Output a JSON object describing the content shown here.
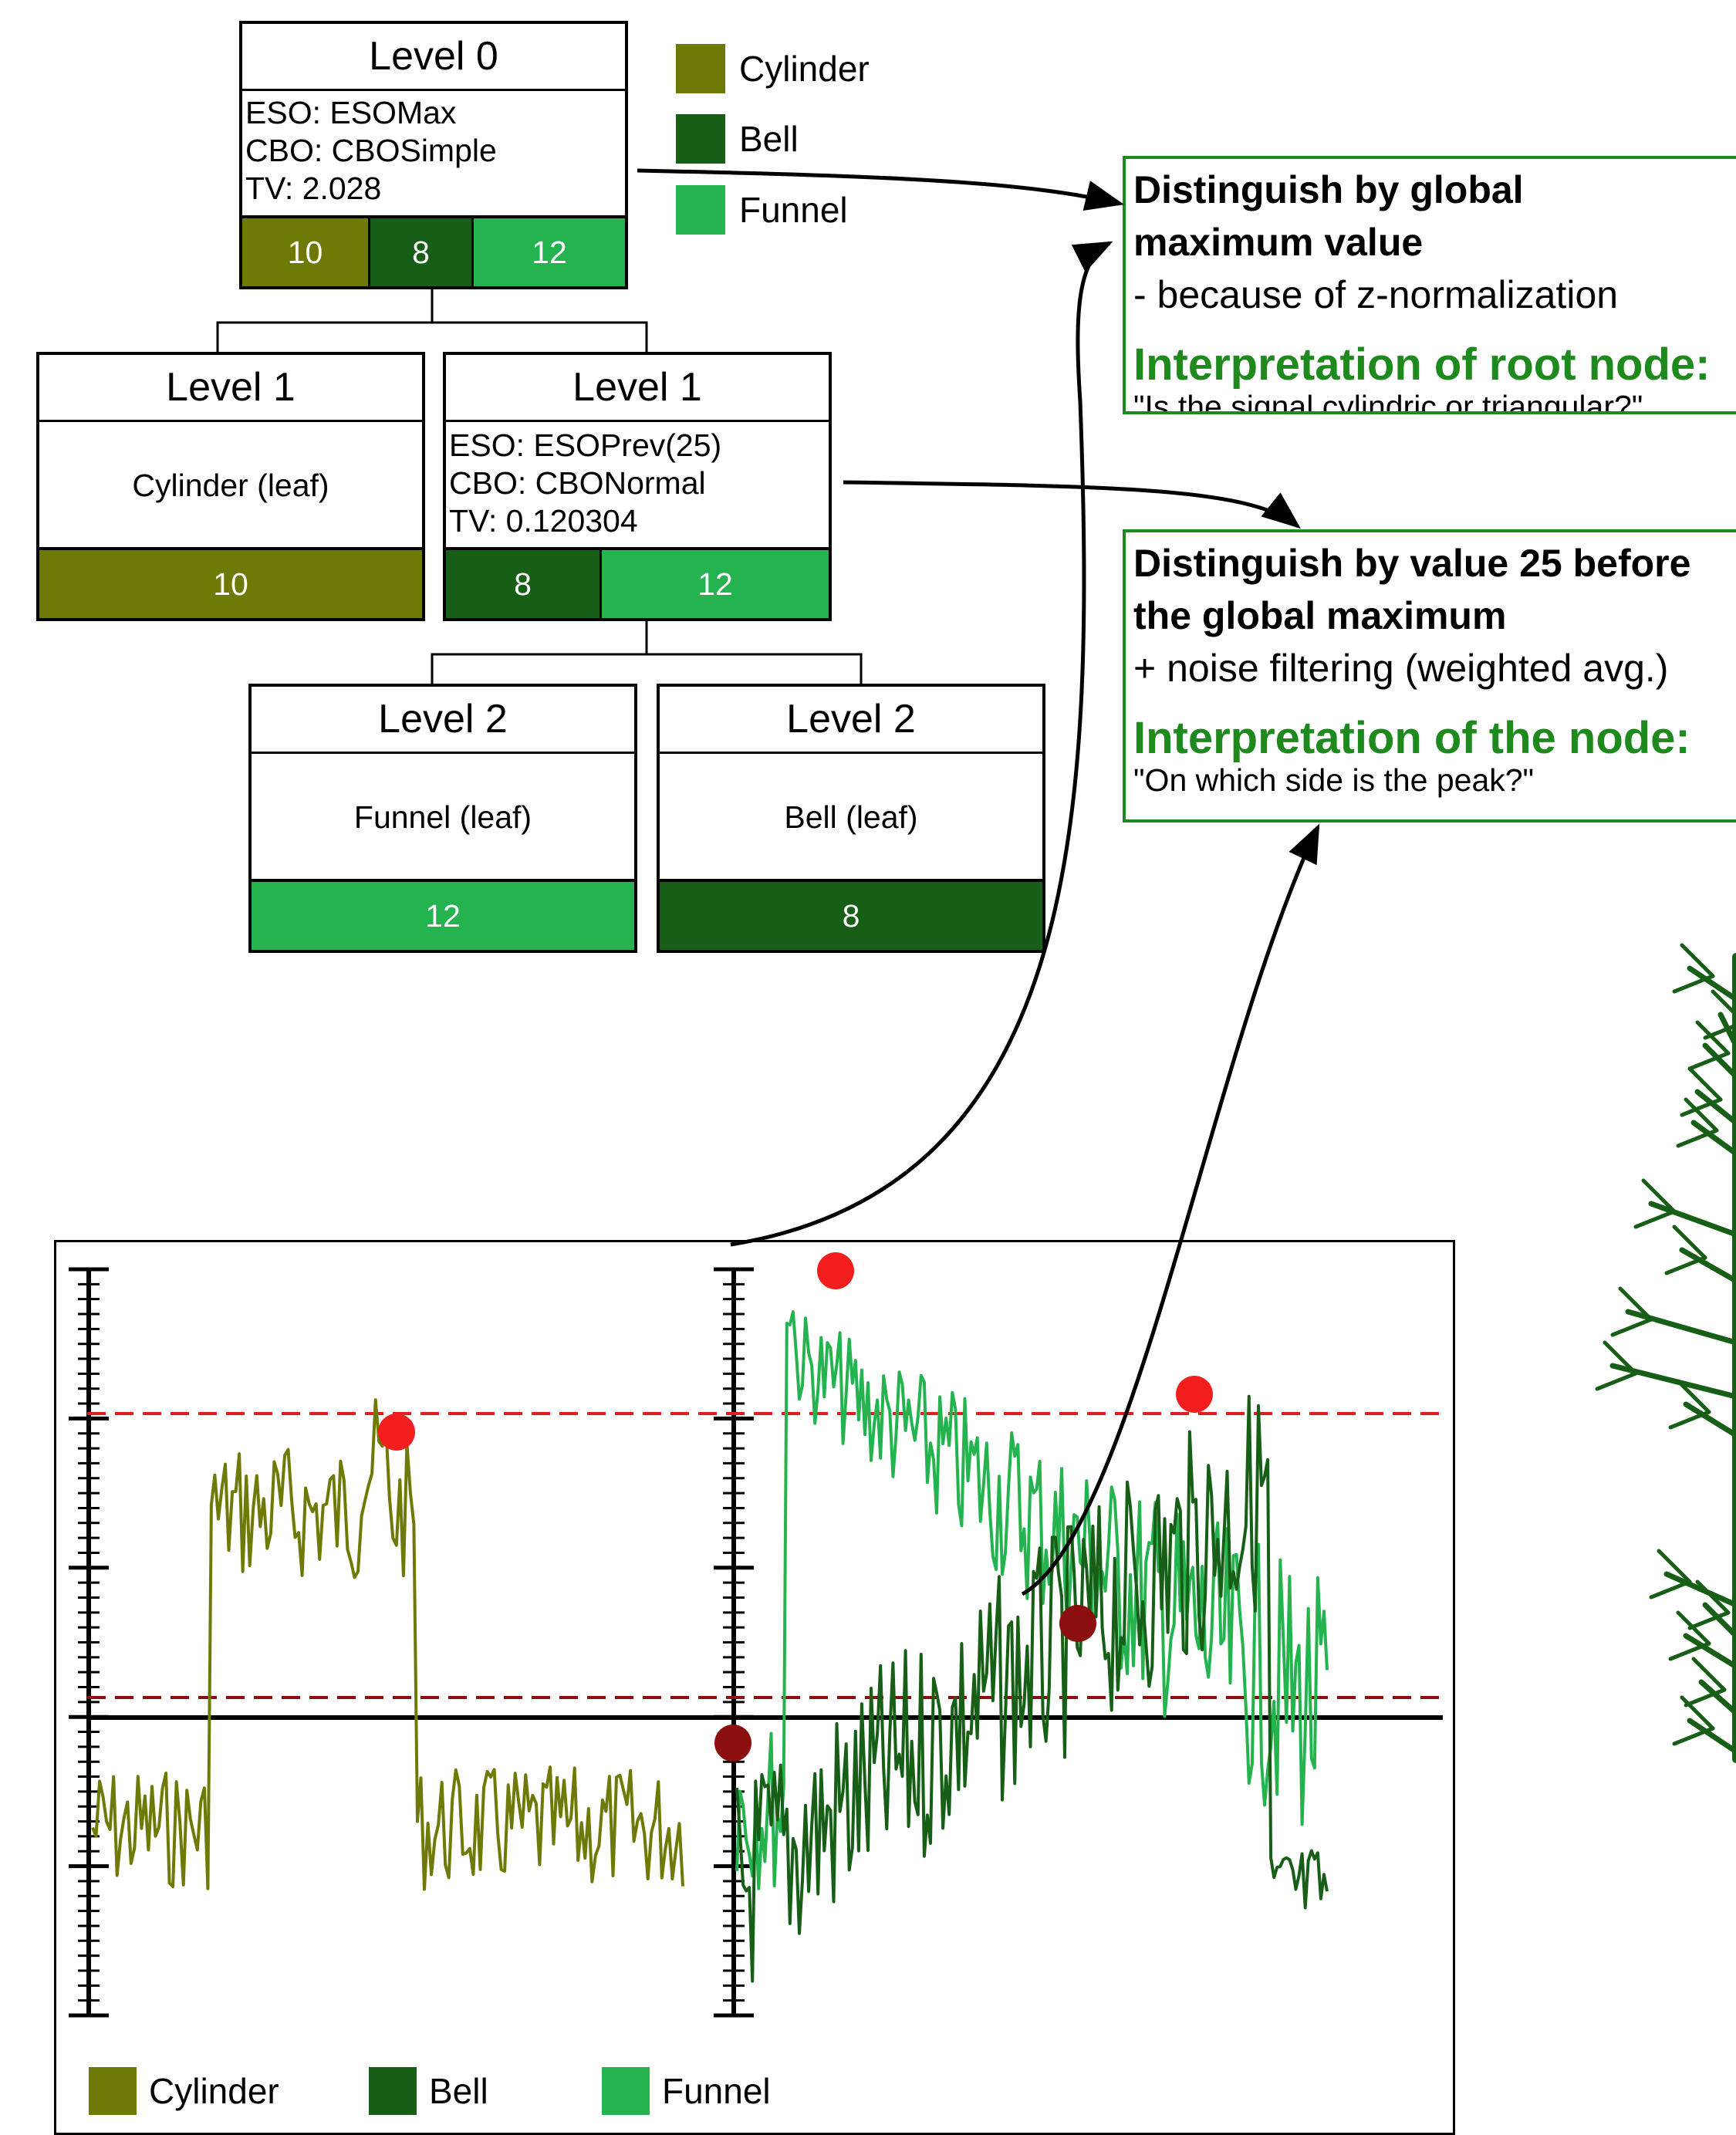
{
  "colors": {
    "cylinder": "#6f7a06",
    "bell": "#175e17",
    "funnel": "#25b34f",
    "threshold": "#e02020",
    "threshold2": "#8b0f0f",
    "note_border": "#1e8a1e"
  },
  "tree": {
    "root": {
      "title": "Level 0",
      "eso": "ESO: ESOMax",
      "cbo": "CBO: CBOSimple",
      "tv": "TV: 2.028",
      "counts": [
        "10",
        "8",
        "12"
      ]
    },
    "l1_left": {
      "title": "Level 1",
      "leaf": "Cylinder (leaf)",
      "count": "10"
    },
    "l1_right": {
      "title": "Level 1",
      "eso": "ESO: ESOPrev(25)",
      "cbo": "CBO: CBONormal",
      "tv": "TV: 0.120304",
      "counts": [
        "8",
        "12"
      ]
    },
    "l2_left": {
      "title": "Level 2",
      "leaf": "Funnel (leaf)",
      "count": "12"
    },
    "l2_right": {
      "title": "Level 2",
      "leaf": "Bell (leaf)",
      "count": "8"
    }
  },
  "legend_top": [
    "Cylinder",
    "Bell",
    "Funnel"
  ],
  "note_root": {
    "line1": "Distinguish by global",
    "line2": "maximum value",
    "line3": "- because of z-normalization",
    "interp_title": "Interpretation of root node:",
    "interp_text": "\"Is the signal cylindric or triangular?\""
  },
  "note_node": {
    "line1": "Distinguish by value 25 before",
    "line2": "the global maximum",
    "line3": "+ noise filtering (weighted avg.)",
    "interp_title": "Interpretation of the node:",
    "interp_text": "\"On which side is the peak?\""
  },
  "plot_legend": [
    "Cylinder",
    "Bell",
    "Funnel"
  ]
}
